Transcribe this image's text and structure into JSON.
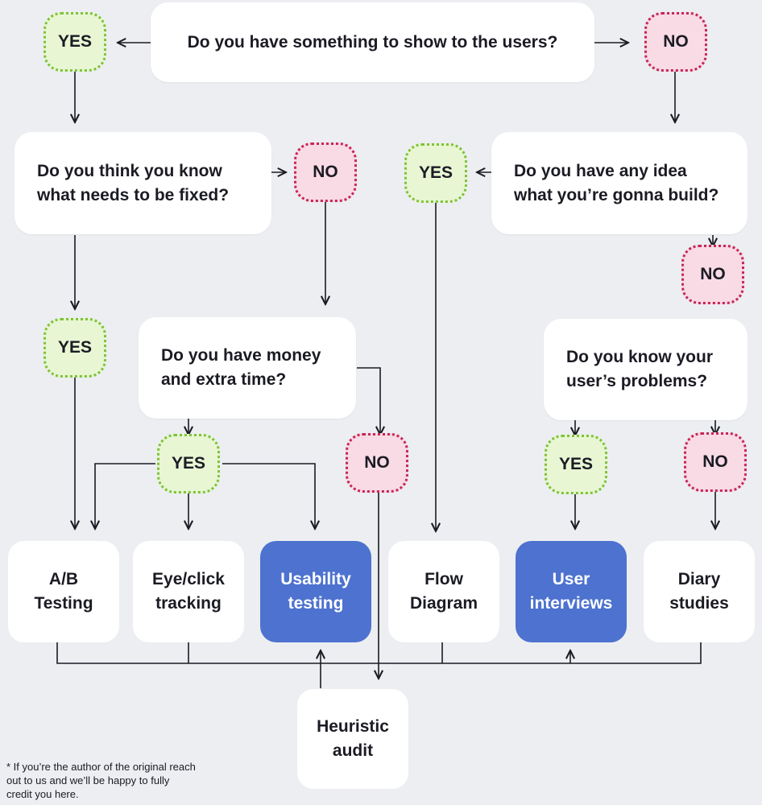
{
  "questions": {
    "q1": "Do you have something to show to the users?",
    "q2": "Do you think you know\nwhat needs to be fixed?",
    "q3": "Do you have any idea\nwhat you’re gonna build?",
    "q4": "Do you have money\nand extra time?",
    "q5": "Do you know your\nuser’s problems?"
  },
  "answers": {
    "yes": "YES",
    "no": "NO"
  },
  "methods": {
    "ab_testing": "A/B\nTesting",
    "eye_click_tracking": "Eye/click\ntracking",
    "usability_testing": "Usability\ntesting",
    "flow_diagram": "Flow\nDiagram",
    "user_interviews": "User\ninterviews",
    "diary_studies": "Diary\nstudies",
    "heuristic_audit": "Heuristic\naudit"
  },
  "footnote": "* If you’re the author of the original reach\nout to us and we’ll be happy to fully\ncredit you here.",
  "colors": {
    "yes_fill": "#e8f6d4",
    "yes_border": "#7fc23a",
    "no_fill": "#f8dbe4",
    "no_border": "#c62658",
    "highlight": "#4d72cf",
    "background": "#eceef1"
  }
}
